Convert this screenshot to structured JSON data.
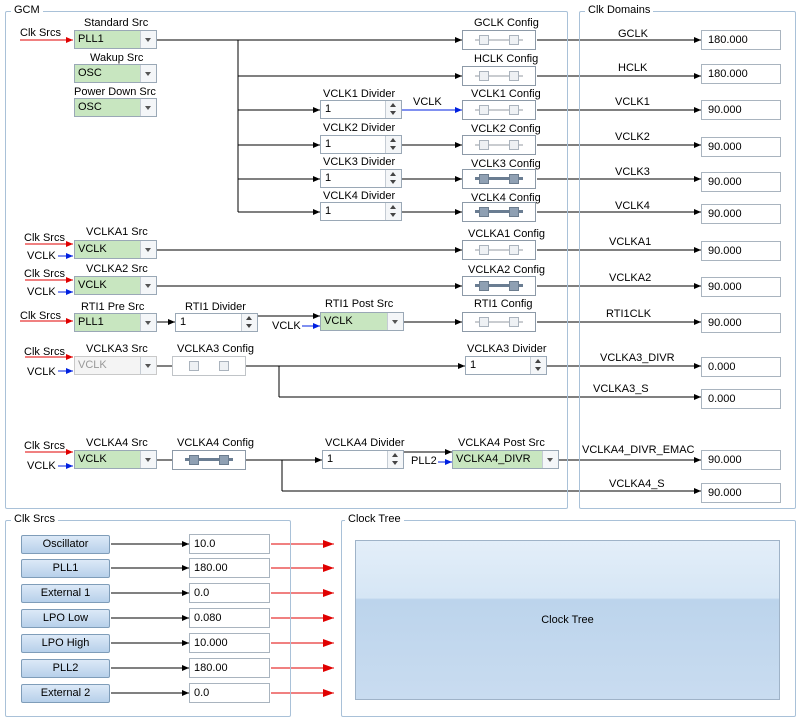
{
  "gcm": {
    "title": "GCM",
    "standard_src": {
      "label": "Standard Src",
      "value": "PLL1"
    },
    "wakeup_src": {
      "label": "Wakup Src",
      "value": "OSC"
    },
    "power_down_src": {
      "label": "Power Down Src",
      "value": "OSC"
    },
    "clk_srcs_label": "Clk Srcs",
    "vclk_label": "VCLK",
    "pll2_label": "PLL2",
    "vclk1_divider": {
      "label": "VCLK1 Divider",
      "value": "1"
    },
    "vclk2_divider": {
      "label": "VCLK2 Divider",
      "value": "1"
    },
    "vclk3_divider": {
      "label": "VCLK3 Divider",
      "value": "1"
    },
    "vclk4_divider": {
      "label": "VCLK4 Divider",
      "value": "1"
    },
    "vclka1_src": {
      "label": "VCLKA1 Src",
      "value": "VCLK"
    },
    "vclka2_src": {
      "label": "VCLKA2 Src",
      "value": "VCLK"
    },
    "rti1_pre_src": {
      "label": "RTI1 Pre Src",
      "value": "PLL1"
    },
    "rti1_divider": {
      "label": "RTI1 Divider",
      "value": "1"
    },
    "rti1_post_src": {
      "label": "RTI1 Post Src",
      "value": "VCLK"
    },
    "vclka3_src": {
      "label": "VCLKA3 Src",
      "value": "VCLK"
    },
    "vclka3_config_label": "VCLKA3 Config",
    "vclka3_divider": {
      "label": "VCLKA3 Divider",
      "value": "1"
    },
    "vclka4_src": {
      "label": "VCLKA4 Src",
      "value": "VCLK"
    },
    "vclka4_config_label": "VCLKA4 Config",
    "vclka4_divider": {
      "label": "VCLKA4 Divider",
      "value": "1"
    },
    "vclka4_post_src": {
      "label": "VCLKA4 Post Src",
      "value": "VCLKA4_DIVR"
    },
    "configs": {
      "gclk": "GCLK Config",
      "hclk": "HCLK Config",
      "vclk1": "VCLK1 Config",
      "vclk2": "VCLK2 Config",
      "vclk3": "VCLK3 Config",
      "vclk4": "VCLK4 Config",
      "vclka1": "VCLKA1 Config",
      "vclka2": "VCLKA2 Config",
      "rti1": "RTI1 Config"
    }
  },
  "clk_domains": {
    "title": "Clk Domains",
    "items": [
      {
        "name": "GCLK",
        "value": "180.000"
      },
      {
        "name": "HCLK",
        "value": "180.000"
      },
      {
        "name": "VCLK1",
        "value": "90.000"
      },
      {
        "name": "VCLK2",
        "value": "90.000"
      },
      {
        "name": "VCLK3",
        "value": "90.000"
      },
      {
        "name": "VCLK4",
        "value": "90.000"
      },
      {
        "name": "VCLKA1",
        "value": "90.000"
      },
      {
        "name": "VCLKA2",
        "value": "90.000"
      },
      {
        "name": "RTI1CLK",
        "value": "90.000"
      },
      {
        "name": "VCLKA3_DIVR",
        "value": "0.000"
      },
      {
        "name": "VCLKA3_S",
        "value": "0.000"
      },
      {
        "name": "VCLKA4_DIVR_EMAC",
        "value": "90.000"
      },
      {
        "name": "VCLKA4_S",
        "value": "90.000"
      }
    ]
  },
  "clk_srcs": {
    "title": "Clk Srcs",
    "items": [
      {
        "name": "Oscillator",
        "value": "10.0"
      },
      {
        "name": "PLL1",
        "value": "180.00"
      },
      {
        "name": "External 1",
        "value": "0.0"
      },
      {
        "name": "LPO Low",
        "value": "0.080"
      },
      {
        "name": "LPO High",
        "value": "10.000"
      },
      {
        "name": "PLL2",
        "value": "180.00"
      },
      {
        "name": "External 2",
        "value": "0.0"
      }
    ]
  },
  "clock_tree": {
    "title": "Clock Tree",
    "button_label": "Clock Tree"
  },
  "colors": {
    "combo_bg": "#c8e6c0",
    "input_arrow_red": "#e00000",
    "input_arrow_blue": "#0020e0",
    "group_border": "#a9c1d8"
  }
}
